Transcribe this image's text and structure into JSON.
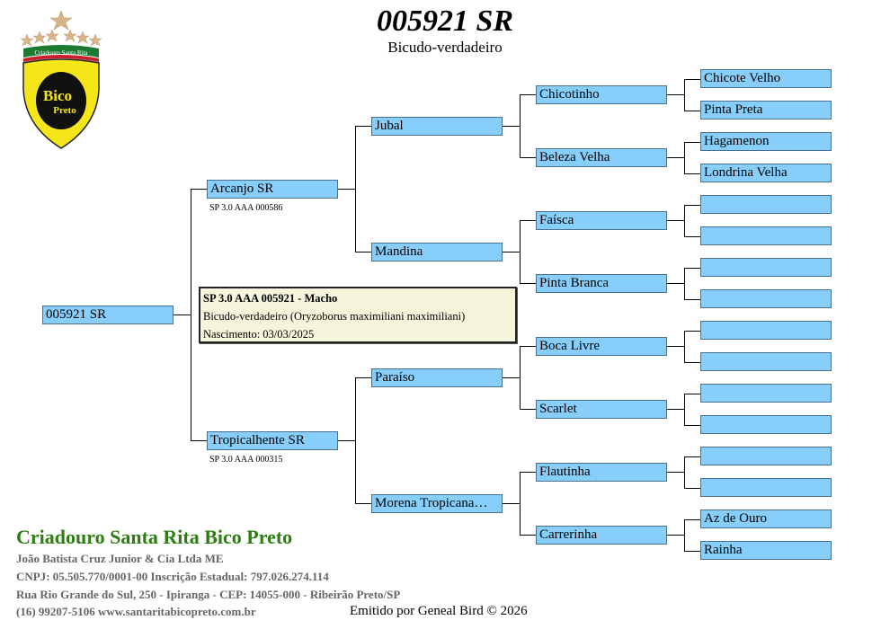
{
  "header": {
    "title": "005921 SR",
    "subtitle": "Bicudo-verdadeiro"
  },
  "logo": {
    "top_text": "Criadouro  Santa Rita",
    "line1": "Bico",
    "line2": "Preto",
    "colors": {
      "yellow": "#f5e61a",
      "green": "#1d7a33",
      "red": "#c8202c",
      "star": "#d8b48a"
    }
  },
  "subject": {
    "name": "005921 SR",
    "info_line1": "SP 3.0 AAA 005921 - Macho",
    "info_line2": "Bicudo-verdadeiro (Oryzoborus maximiliani maximiliani)",
    "info_line3": "Nascimento: 03/03/2025"
  },
  "parents": [
    {
      "name": "Arcanjo SR",
      "reg": "SP 3.0 AAA 000586"
    },
    {
      "name": "Tropicalhente SR",
      "reg": "SP 3.0 AAA 000315"
    }
  ],
  "grandparents": [
    {
      "name": "Jubal"
    },
    {
      "name": "Mandina"
    },
    {
      "name": "Paraíso"
    },
    {
      "name": "Morena  Tropicana…"
    }
  ],
  "great_grandparents": [
    {
      "name": "Chicotinho"
    },
    {
      "name": "Beleza Velha"
    },
    {
      "name": "Faísca"
    },
    {
      "name": "Pinta Branca"
    },
    {
      "name": "Boca Livre"
    },
    {
      "name": "Scarlet"
    },
    {
      "name": "Flautinha"
    },
    {
      "name": "Carrerinha"
    }
  ],
  "great_great_grandparents": [
    {
      "name": "Chicote Velho"
    },
    {
      "name": "Pinta Preta"
    },
    {
      "name": "Hagamenon"
    },
    {
      "name": "Londrina Velha"
    },
    {
      "name": ""
    },
    {
      "name": ""
    },
    {
      "name": ""
    },
    {
      "name": ""
    },
    {
      "name": ""
    },
    {
      "name": ""
    },
    {
      "name": ""
    },
    {
      "name": ""
    },
    {
      "name": ""
    },
    {
      "name": ""
    },
    {
      "name": "Az de Ouro"
    },
    {
      "name": "Rainha"
    }
  ],
  "footer": {
    "name": "Criadouro Santa Rita Bico Preto",
    "company": "João Batista Cruz Junior & Cia Ltda ME",
    "ids": "CNPJ: 05.505.770/0001-00 Inscrição Estadual: 797.026.274.114",
    "address": "Rua Rio Grande do Sul, 250 - Ipiranga - CEP: 14055-000 - Ribeirão Preto/SP",
    "contact": "(16) 99207-5106 www.santaritabicopreto.com.br",
    "emitted": "Emitido por Geneal Bird © 2026"
  },
  "colors": {
    "box_fill": "#87cefa",
    "info_fill": "#f5f5dc",
    "footer_green": "#2e7d12"
  }
}
